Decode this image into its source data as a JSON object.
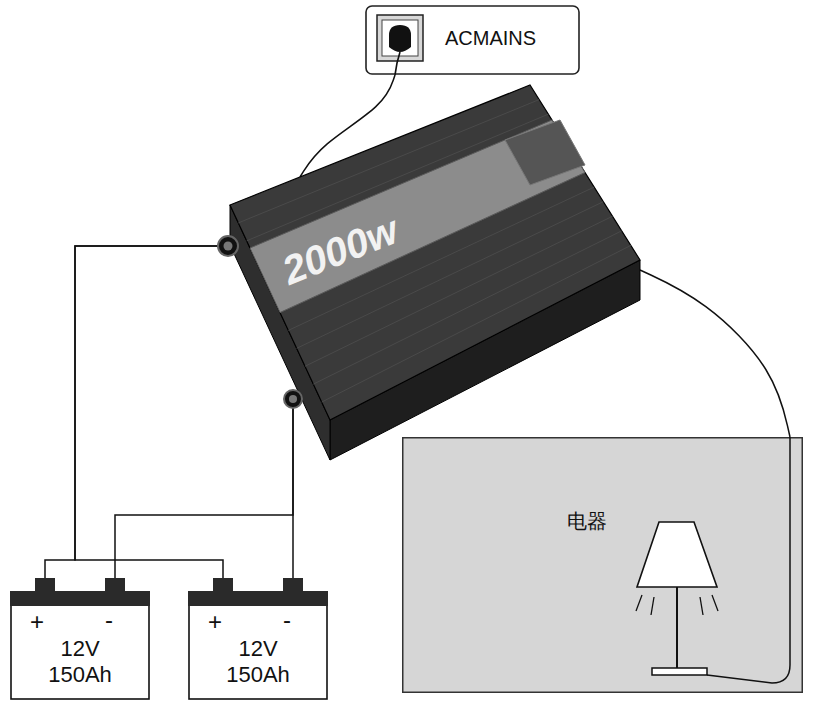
{
  "diagram": {
    "nodes": [
      {
        "text": [
          "ACMAINS"
        ]
      },
      {
        "text": [
          "2000w"
        ]
      },
      {
        "text": [
          "电器"
        ]
      },
      {
        "text": [
          "+",
          "-",
          "12V 150Ah"
        ]
      },
      {
        "text": [
          "+",
          "-",
          "12V 150Ah"
        ]
      }
    ],
    "edges": [
      {
        "from": 0,
        "to": 1,
        "arrow": "none"
      },
      {
        "from": 1,
        "to": 2,
        "arrow": "none"
      },
      {
        "from": 3,
        "to": 1,
        "arrow": "none"
      },
      {
        "from": 4,
        "to": 1,
        "arrow": "none"
      },
      {
        "from": 3,
        "to": 1,
        "arrow": "none"
      },
      {
        "from": 4,
        "to": 1,
        "arrow": "none"
      }
    ]
  }
}
